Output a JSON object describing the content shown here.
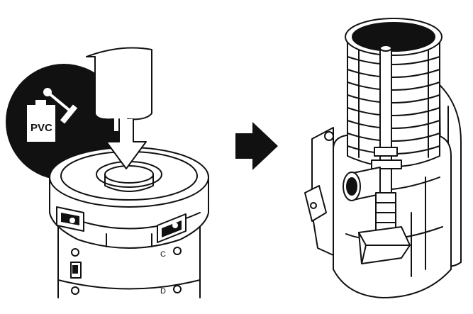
{
  "badge": {
    "label": "PVC",
    "icon": "glue-can-with-brush-icon"
  },
  "steps": [
    {
      "name": "fit-collar-onto-pump-housing"
    },
    {
      "name": "assembled-sump-with-riser-pipe"
    }
  ],
  "connector": {
    "icon": "arrow-right-icon"
  },
  "housing_marks": [
    "C",
    "D"
  ],
  "colors": {
    "ink": "#111111",
    "paper": "#ffffff",
    "shade": "#e6e6e6"
  }
}
